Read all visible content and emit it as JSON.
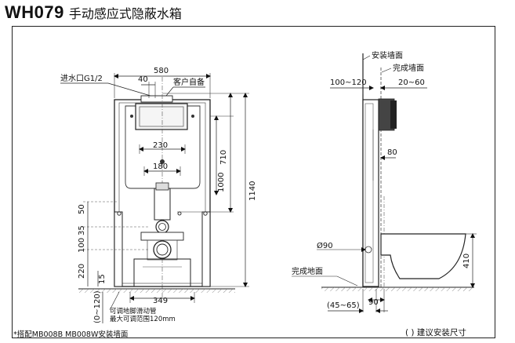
{
  "title": {
    "code": "WH079",
    "name": "手动感应式隐蔽水箱"
  },
  "front_view": {
    "width_dim": "580",
    "inlet_label": "进水口G1/2",
    "inlet_offset": "40",
    "customer_label": "客户自备",
    "bolt_spacing": "230",
    "drain_spacing": "180",
    "h_710": "710",
    "h_1000": "1000",
    "h_1140": "1140",
    "d_50": "50",
    "d_35": "35",
    "d_100": "100",
    "d_220": "220",
    "d_15": "15",
    "d_0_120": "(0~120)",
    "foot_spacing": "349",
    "foot_note_1": "可调地脚滑动管",
    "foot_note_2": "最大可调范围120mm"
  },
  "side_view": {
    "install_wall": "安装墙面",
    "finished_wall": "完成墙面",
    "d_100_120": "100~120",
    "d_20_60": "20~60",
    "d_80": "80",
    "pipe_dia": "Ø90",
    "finished_floor": "完成地面",
    "d_45_65": "(45~65)",
    "d_90": "90",
    "d_410": "410"
  },
  "footer": {
    "compat_note": "*搭配MB008B MB008W安装墙面",
    "recommend_note": "( ) 建议安装尺寸"
  }
}
